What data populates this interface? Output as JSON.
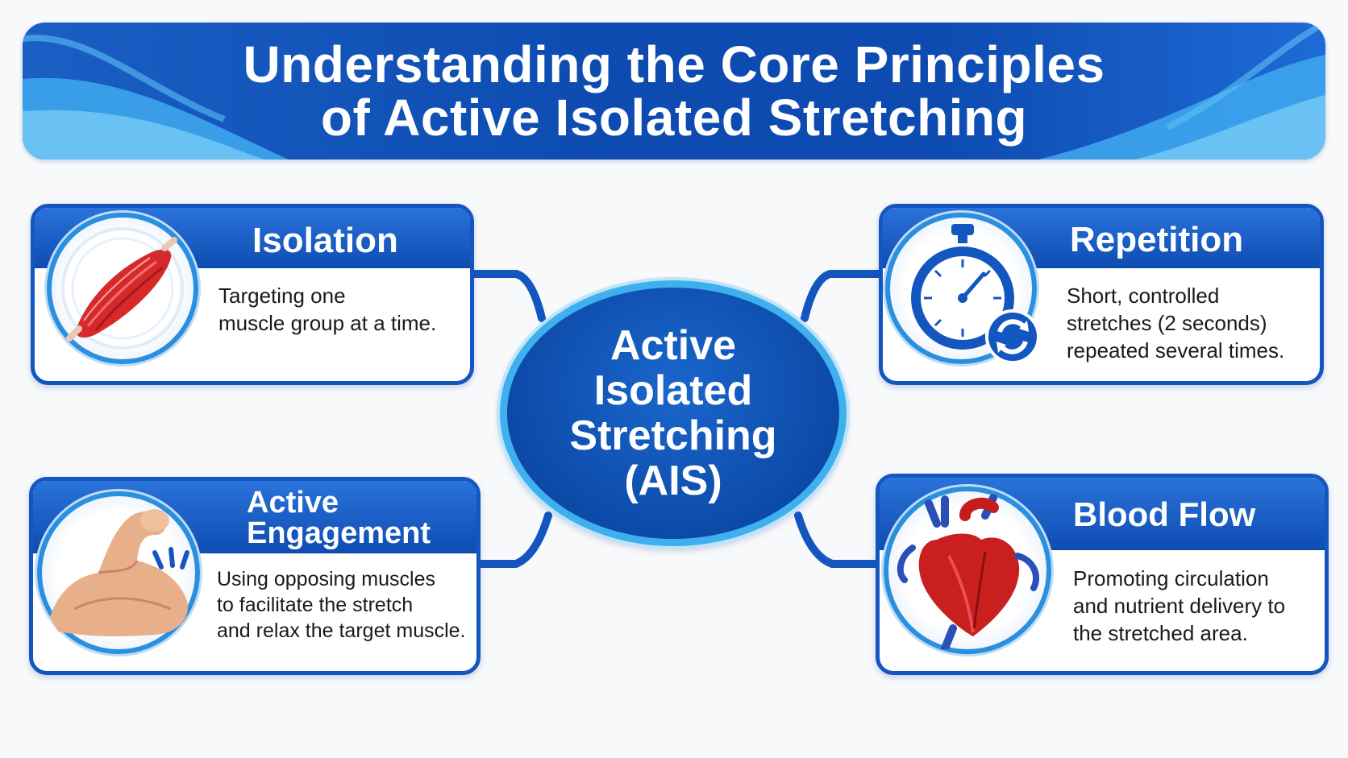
{
  "banner": {
    "title": "Understanding the Core Principles\nof Active Isolated Stretching"
  },
  "hub": {
    "label": "Active\nIsolated\nStretching\n(AIS)"
  },
  "cards": {
    "isolation": {
      "title": "Isolation",
      "text": "Targeting one\nmuscle group at a time.",
      "icon": "muscle-icon"
    },
    "repetition": {
      "title": "Repetition",
      "text": "Short, controlled\nstretches (2 seconds)\nrepeated several times.",
      "icon": "stopwatch-icon"
    },
    "engagement": {
      "title": "Active\nEngagement",
      "text": "Using opposing muscles\nto facilitate the stretch\nand relax the target muscle.",
      "icon": "flexed-arm-icon"
    },
    "blood_flow": {
      "title": "Blood Flow",
      "text": "Promoting circulation\nand nutrient delivery to\nthe stretched area.",
      "icon": "heart-icon"
    }
  },
  "colors": {
    "primary_blue": "#0e4db2",
    "accent_cyan": "#3fb0ee",
    "text_dark": "#1a1a1a"
  }
}
